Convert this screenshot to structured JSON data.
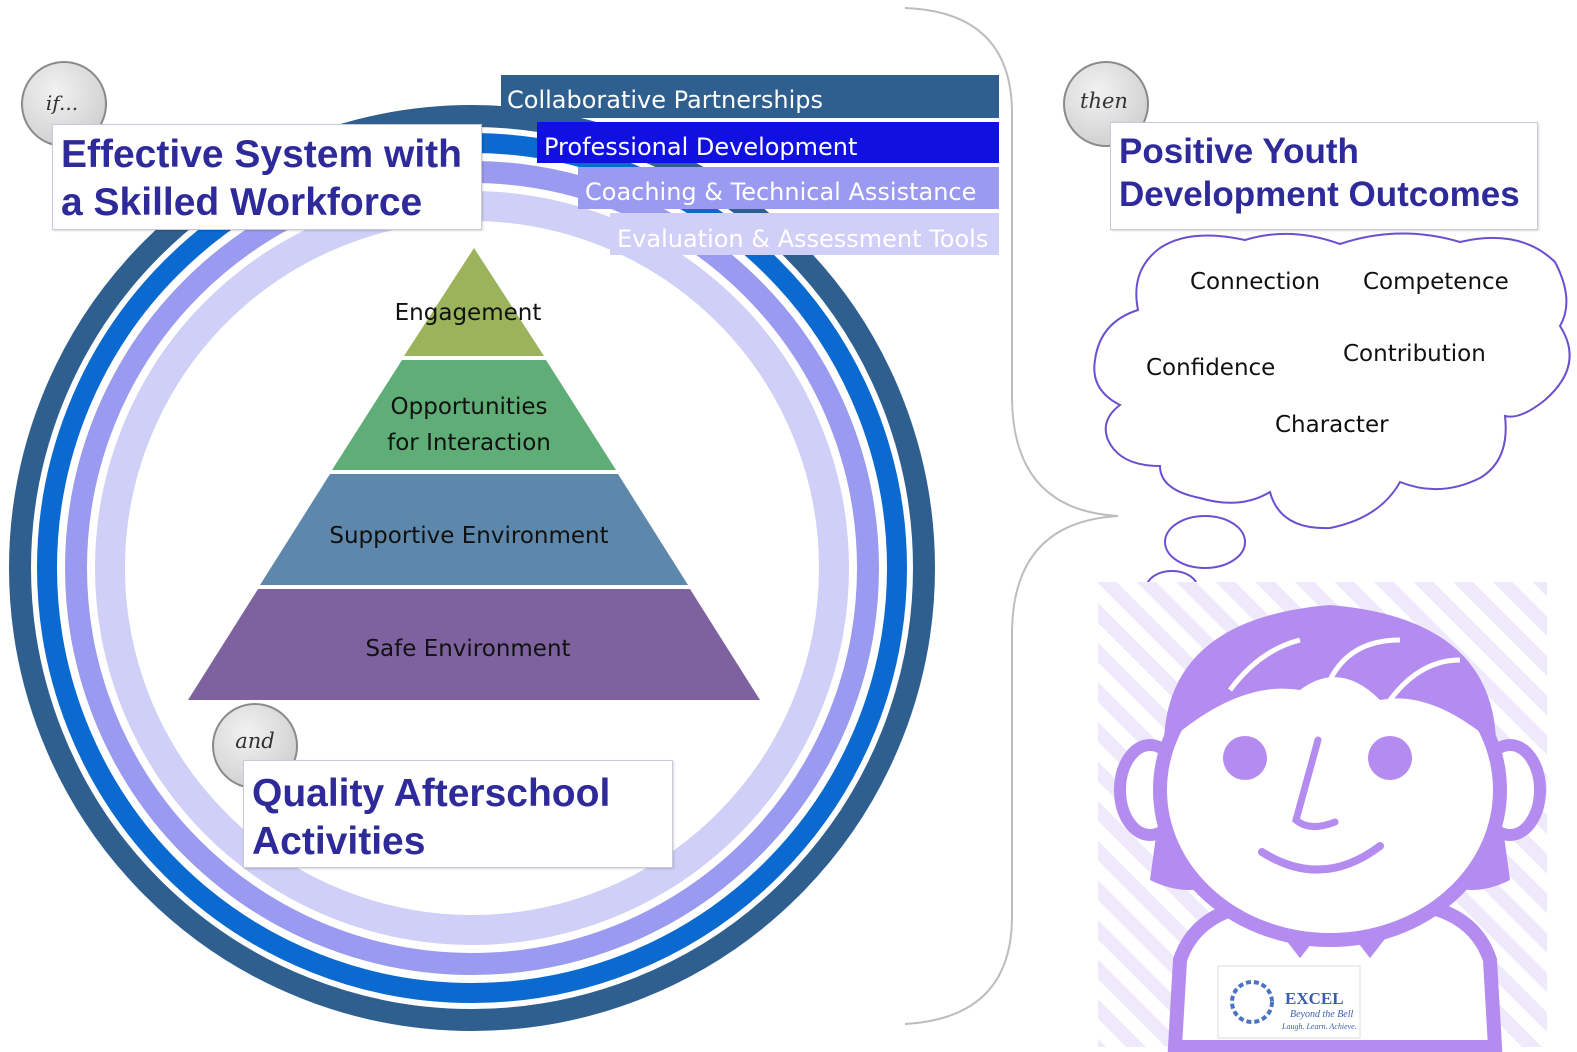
{
  "badges": {
    "if": "if...",
    "and": "and",
    "then": "then"
  },
  "left_title": {
    "line1": "Effective System with",
    "line2": "a Skilled Workforce"
  },
  "bottom_title": {
    "line1": "Quality Afterschool",
    "line2": "Activities"
  },
  "right_title": {
    "line1": "Positive Youth",
    "line2": "Development Outcomes"
  },
  "banners": [
    {
      "label": "Collaborative Partnerships",
      "color": "#2f5f8f"
    },
    {
      "label": "Professional Development",
      "color": "#1010e0"
    },
    {
      "label": "Coaching & Technical Assistance",
      "color": "#9a9af0"
    },
    {
      "label": "Evaluation & Assessment Tools",
      "color": "#cfcff7"
    }
  ],
  "rings": {
    "outer": "#2f5f8f",
    "second": "#0a6ad0",
    "third": "#9a9af0",
    "inner": "#cfcff7"
  },
  "pyramid": [
    {
      "lines": [
        "Engagement"
      ],
      "color": "#9bb35a"
    },
    {
      "lines": [
        "Opportunities",
        "for Interaction"
      ],
      "color": "#5fae78"
    },
    {
      "lines": [
        "Supportive Environment"
      ],
      "color": "#5e88ab"
    },
    {
      "lines": [
        "Safe Environment"
      ],
      "color": "#7e62a0"
    }
  ],
  "outcomes": [
    "Connection",
    "Competence",
    "Confidence",
    "Contribution",
    "Character"
  ],
  "logo": {
    "name": "EXCEL",
    "line2": "Beyond the Bell",
    "tagline": "Laugh. Learn. Achieve."
  },
  "colors": {
    "title_text": "#2e2a9a",
    "figure": "#b48cf0",
    "cloud_stroke": "#6a4fd0"
  }
}
